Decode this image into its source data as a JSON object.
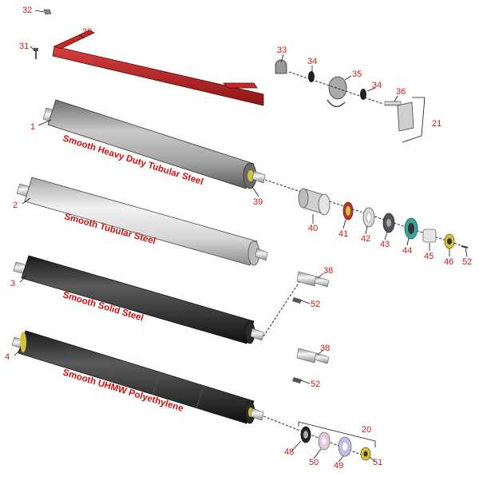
{
  "diagram": {
    "callouts": {
      "c1": "1",
      "c2": "2",
      "c3": "3",
      "c4": "4",
      "c20": "20",
      "c21": "21",
      "c30": "30",
      "c31": "31",
      "c32": "32",
      "c33": "33",
      "c34a": "34",
      "c34b": "34",
      "c35": "35",
      "c36": "36",
      "c38a": "38",
      "c38b": "38",
      "c39": "39",
      "c40": "40",
      "c41": "41",
      "c42": "42",
      "c43": "43",
      "c44": "44",
      "c45": "45",
      "c46": "46",
      "c48": "48",
      "c49": "49",
      "c50": "50",
      "c51": "51",
      "c52a": "52",
      "c52b": "52",
      "c52c": "52"
    },
    "captions": {
      "roller1": "Smooth Heavy Duty Tubular Steel",
      "roller2": "Smooth Tubular Steel",
      "roller3": "Smooth Solid Steel",
      "roller4": "Smooth UHMW Polyethylene"
    },
    "colors": {
      "label_red": "#cc1a1a",
      "frame_red": "#b01c1c",
      "roller_gray": "#9a9a9a",
      "roller_light": "#d6d6d6",
      "roller_dark": "#2e2e2e",
      "bearing_yellow": "#d4c23a",
      "seal_teal": "#3aa59a"
    }
  }
}
